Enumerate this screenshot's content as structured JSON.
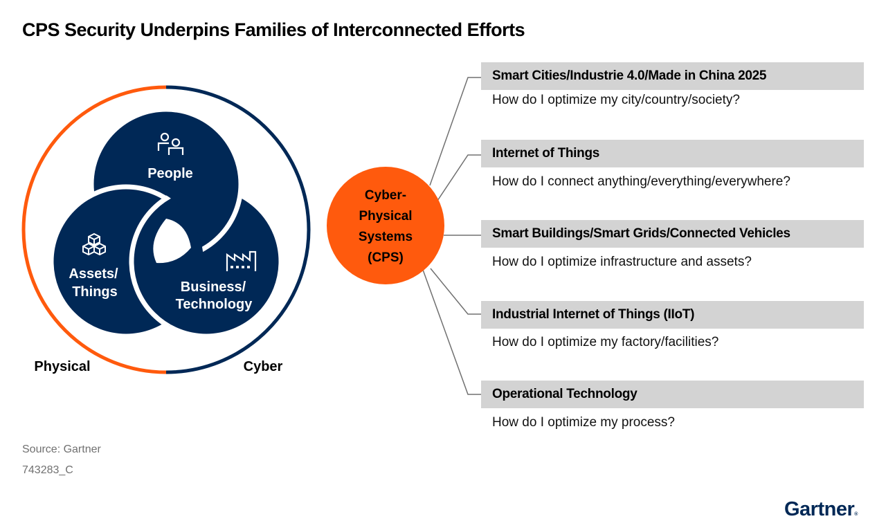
{
  "title": "CPS Security Underpins Families of Interconnected Efforts",
  "colors": {
    "navy": "#002856",
    "orange": "#FF5A0D",
    "header_bg": "#D3D3D3",
    "connector": "#707070",
    "footnote": "#707070"
  },
  "left_diagram": {
    "outer_ring": {
      "left_label": "Physical",
      "right_label": "Cyber"
    },
    "circles": [
      {
        "id": "people",
        "label_lines": [
          "People"
        ],
        "icon": "people-icon"
      },
      {
        "id": "assets",
        "label_lines": [
          "Assets/",
          "Things"
        ],
        "icon": "cubes-icon"
      },
      {
        "id": "business",
        "label_lines": [
          "Business/",
          "Technology"
        ],
        "icon": "factory-icon"
      }
    ]
  },
  "hub": {
    "label_lines": [
      "Cyber-",
      "Physical",
      "Systems",
      "(CPS)"
    ]
  },
  "efforts": [
    {
      "heading": "Smart Cities/Industrie 4.0/Made in China 2025",
      "question": "How do I optimize my city/country/society?"
    },
    {
      "heading": "Internet of Things",
      "question": "How do I connect anything/everything/everywhere?"
    },
    {
      "heading": "Smart Buildings/Smart Grids/Connected Vehicles",
      "question": "How do I optimize infrastructure and assets?"
    },
    {
      "heading": "Industrial Internet of Things (IIoT)",
      "question": "How do I optimize my factory/facilities?"
    },
    {
      "heading": "Operational Technology",
      "question": "How do I optimize my process?"
    }
  ],
  "footer": {
    "source": "Source: Gartner",
    "id": "743283_C",
    "logo": "Gartner",
    "logo_mark": "®"
  }
}
